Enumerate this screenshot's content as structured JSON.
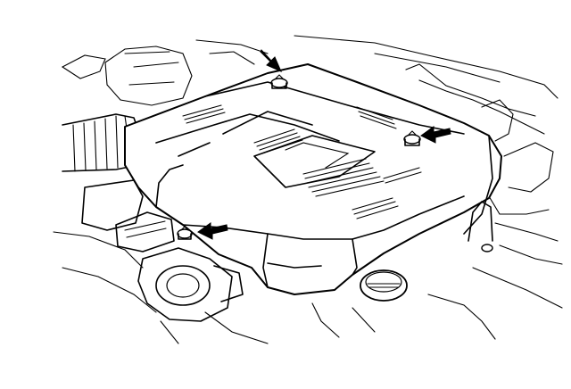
{
  "figure": {
    "subject": "engine-cover-removal",
    "colors": {
      "ink": "#000000",
      "paper": "#ffffff"
    },
    "callouts": [
      {
        "id": "arrow-top-left-nut",
        "icon": "arrow-icon"
      },
      {
        "id": "arrow-right-nut",
        "icon": "arrow-icon"
      },
      {
        "id": "arrow-front-nut",
        "icon": "arrow-icon"
      }
    ]
  }
}
